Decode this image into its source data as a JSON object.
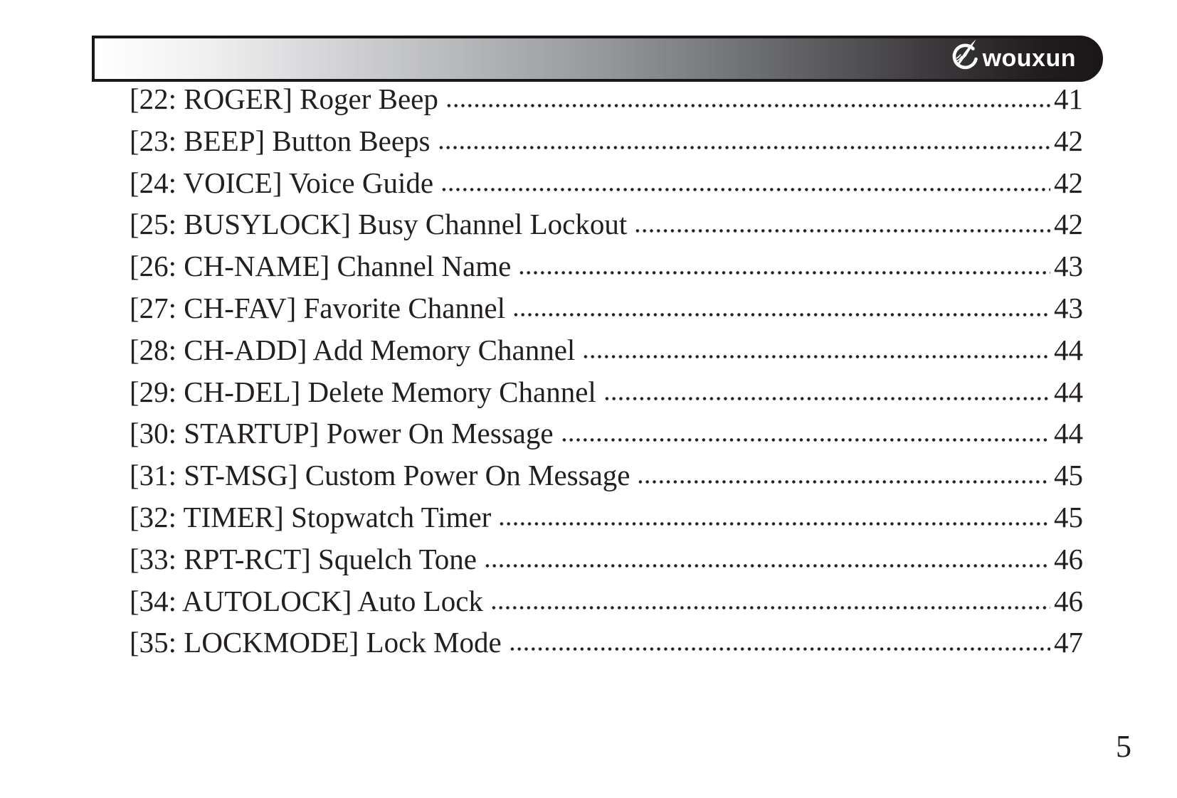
{
  "header": {
    "logo_text": "wouxun",
    "logo_icon": "wouxun-emblem-icon"
  },
  "colors": {
    "text": "#231f20",
    "bar_gradient_start": "#ffffff",
    "bar_gradient_end": "#1b1718",
    "bar_border": "#1b1718",
    "logo_text_color": "#ffffff"
  },
  "toc": {
    "entries": [
      {
        "label": "[22: ROGER] Roger Beep",
        "page": "41"
      },
      {
        "label": "[23: BEEP] Button Beeps",
        "page": "42"
      },
      {
        "label": "[24: VOICE] Voice Guide",
        "page": "42"
      },
      {
        "label": "[25: BUSYLOCK] Busy Channel Lockout",
        "page": "42"
      },
      {
        "label": "[26: CH-NAME] Channel Name",
        "page": "43"
      },
      {
        "label": "[27: CH-FAV] Favorite Channel",
        "page": "43"
      },
      {
        "label": "[28: CH-ADD] Add Memory Channel",
        "page": "44"
      },
      {
        "label": "[29: CH-DEL] Delete Memory Channel",
        "page": "44"
      },
      {
        "label": "[30: STARTUP] Power On Message",
        "page": "44"
      },
      {
        "label": "[31: ST-MSG] Custom Power On Message",
        "page": "45"
      },
      {
        "label": "[32: TIMER] Stopwatch Timer",
        "page": "45"
      },
      {
        "label": "[33: RPT-RCT] Squelch Tone",
        "page": "46"
      },
      {
        "label": "[34: AUTOLOCK] Auto Lock",
        "page": "46"
      },
      {
        "label": "[35: LOCKMODE] Lock Mode",
        "page": "47"
      }
    ]
  },
  "footer": {
    "page_number": "5"
  }
}
